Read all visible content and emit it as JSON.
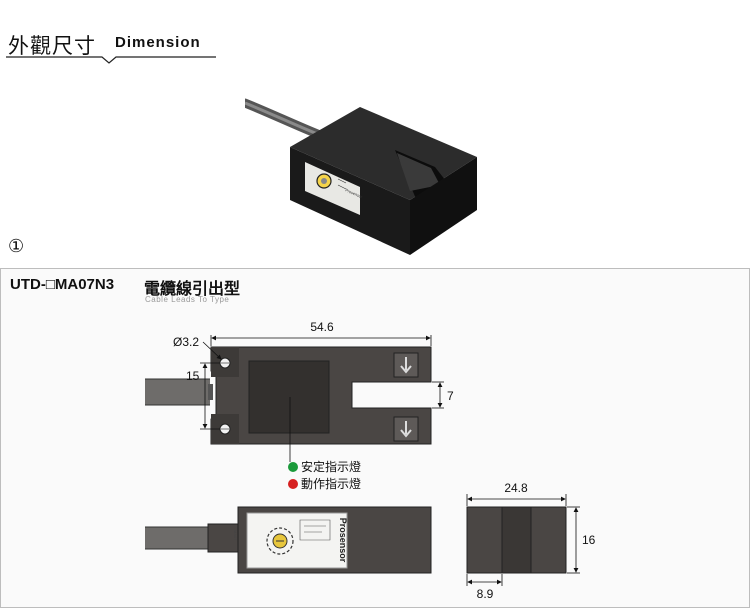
{
  "header": {
    "title_zh": "外觀尺寸",
    "title_en": "Dimension"
  },
  "figure_number": "①",
  "model": {
    "code": "UTD-□MA07N3",
    "cable_type_zh": "電纜線引出型",
    "cable_type_en": "Cable Leads To Type"
  },
  "dimensions": {
    "hole_diameter": "Ø3.2",
    "length": "54.6",
    "hole_pitch": "15",
    "slot_width": "7",
    "depth": "24.8",
    "height": "16",
    "slot_offset": "8.9"
  },
  "indicators": [
    {
      "label": "安定指示燈",
      "color": "#1a9a3a"
    },
    {
      "label": "動作指示燈",
      "color": "#d62020"
    }
  ],
  "brand_label": "Prosensor",
  "colors": {
    "body": "#4a4644",
    "body_dark": "#3a3735",
    "panel_border": "#bdbdbd"
  }
}
